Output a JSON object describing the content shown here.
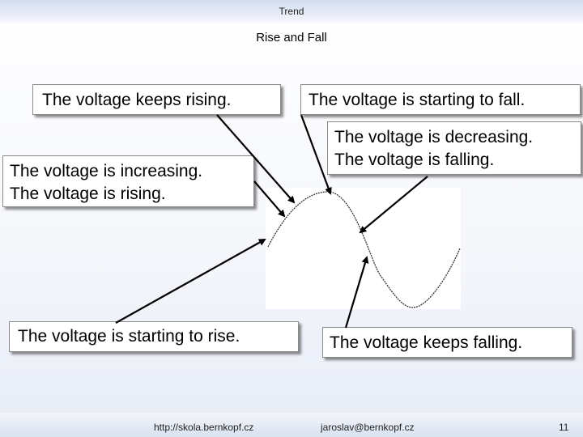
{
  "header": {
    "title": "Trend"
  },
  "slide": {
    "subtitle": "Rise and Fall",
    "labels": {
      "keeps_rising": "The voltage keeps rising.",
      "starting_to_fall": "The voltage is starting to fall.",
      "increasing_line1": "The voltage is increasing.",
      "increasing_line2": "The voltage is rising.",
      "decreasing_line1": "The voltage is decreasing.",
      "decreasing_line2": "The voltage is falling.",
      "starting_to_rise": "The voltage is starting to rise.",
      "keeps_falling": "The voltage keeps falling."
    }
  },
  "footer": {
    "website": "http://skola.bernkopf.cz",
    "email": "jaroslav@bernkopf.cz",
    "page_number": "11"
  }
}
